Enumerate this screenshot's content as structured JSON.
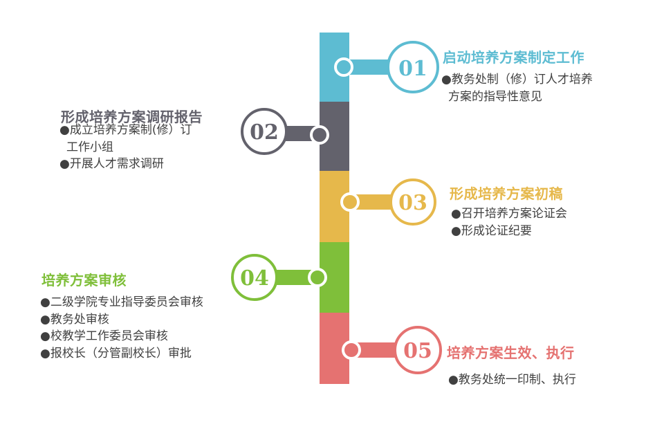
{
  "colors": {
    "step1": "#5dbcd2",
    "step2": "#63626c",
    "step3": "#e6b84b",
    "step4": "#7fbf3a",
    "step5": "#e57271",
    "text": "#404040"
  },
  "steps": [
    {
      "number": "01",
      "title": "启动培养方案制定工作",
      "bullets": [
        "●教务处制（修）订人才培养",
        "  方案的指导性意见"
      ]
    },
    {
      "number": "02",
      "title": "形成培养方案调研报告",
      "bullets": [
        "●成立培养方案制(修）订",
        "  工作小组",
        "●开展人才需求调研"
      ]
    },
    {
      "number": "03",
      "title": "形成培养方案初稿",
      "bullets": [
        "●召开培养方案论证会",
        "●形成论证纪要"
      ]
    },
    {
      "number": "04",
      "title": "培养方案审核",
      "bullets": [
        "●二级学院专业指导委员会审核",
        "●教务处审核",
        "●校教学工作委员会审核",
        "●报校长（分管副校长）审批"
      ]
    },
    {
      "number": "05",
      "title": "培养方案生效、执行",
      "bullets": [
        "●教务处统一印制、执行"
      ]
    }
  ]
}
